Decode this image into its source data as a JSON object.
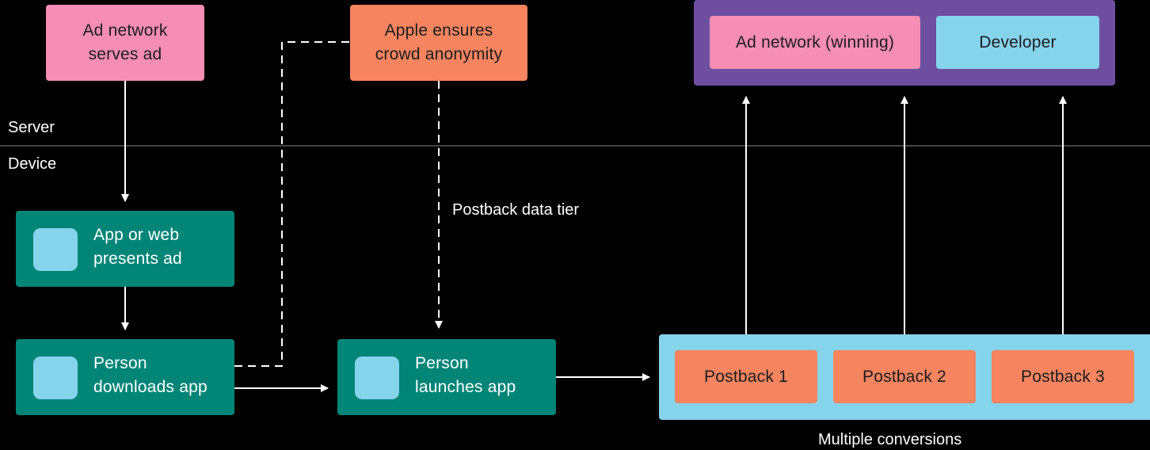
{
  "server_label": "Server",
  "device_label": "Device",
  "ad_network_box": "Ad network\nserves ad",
  "apple_box": "Apple ensures\ncrowd anonymity",
  "recipients": {
    "ad_network": "Ad network (winning)",
    "developer": "Developer"
  },
  "app_presents_ad": "App or web\npresents ad",
  "person_downloads": "Person\ndownloads app",
  "person_launches": "Person\nlaunches app",
  "postback_tier_label": "Postback data tier",
  "postbacks": [
    "Postback 1",
    "Postback 2",
    "Postback 3"
  ],
  "multiple_conversions_label": "Multiple conversions",
  "colors": {
    "pink": "#f68db3",
    "orange": "#f6845f",
    "teal": "#008577",
    "light_blue": "#86d3ec",
    "purple": "#6e4f9f",
    "background": "#000000"
  }
}
